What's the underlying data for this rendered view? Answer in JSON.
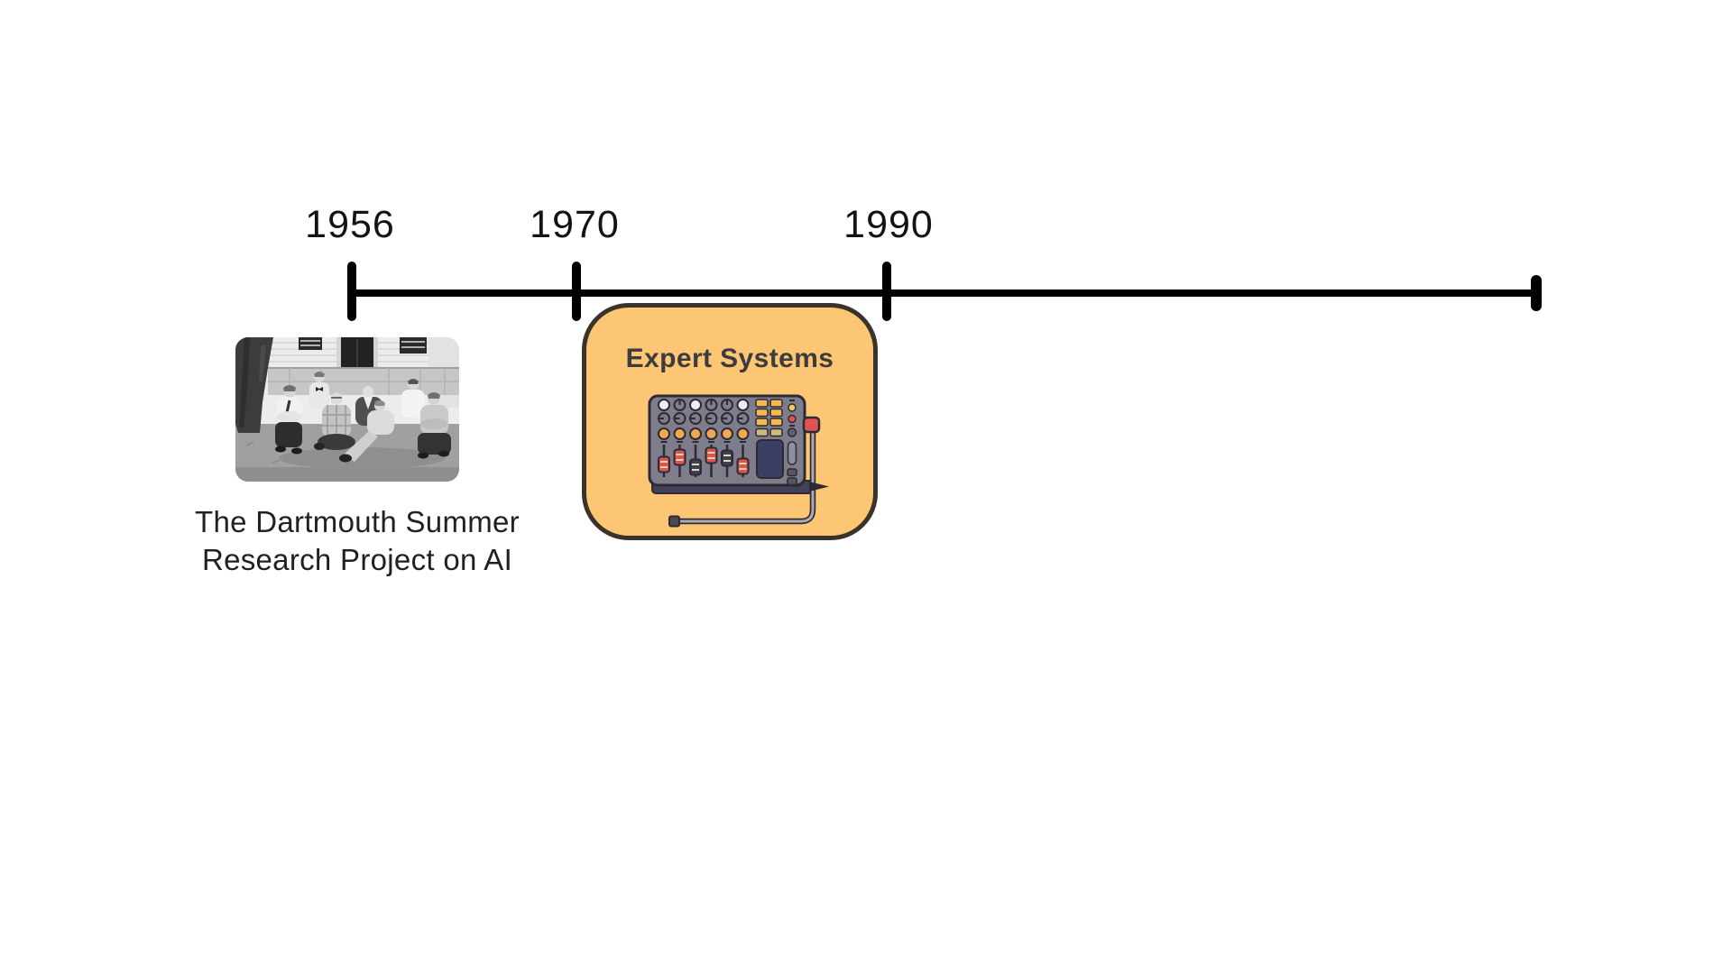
{
  "timeline": {
    "year_labels": [
      {
        "label": "1956"
      },
      {
        "label": "1970"
      },
      {
        "label": "1990"
      }
    ]
  },
  "events": {
    "dartmouth": {
      "caption_lines": [
        "The Dartmouth Summer",
        "Research Project on AI"
      ],
      "photo_icon": "dartmouth-group-photo"
    },
    "expert_systems": {
      "title": "Expert Systems",
      "icon": "audio-mixer-icon"
    }
  },
  "colors": {
    "timeline_black": "#000000",
    "year_text": "#131313",
    "caption_text": "#212121",
    "card_fill": "#FCC674",
    "card_border": "#3A332B",
    "card_title_text": "#3C3C3C",
    "mixer_body_gray": "#7D7D8C",
    "mixer_orange": "#F2A851",
    "mixer_yellow": "#F3B94F",
    "mixer_red": "#DF5353",
    "mixer_navy": "#3B4063"
  }
}
